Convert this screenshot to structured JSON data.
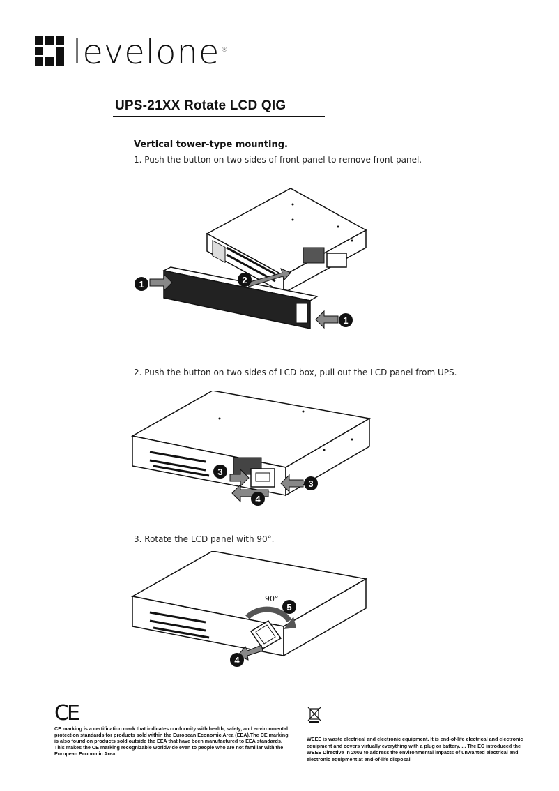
{
  "brand": {
    "name": "levelone",
    "registered": "®"
  },
  "title": "UPS-21XX Rotate LCD QIG",
  "section_heading": "Vertical tower-type mounting.",
  "steps": [
    {
      "text": "1.  Push the button on two sides of front panel to remove front panel.",
      "callouts": [
        "1",
        "2",
        "1"
      ]
    },
    {
      "text": "2.  Push the button on two sides of LCD box, pull out the LCD panel from UPS.",
      "callouts": [
        "3",
        "4",
        "3"
      ]
    },
    {
      "text": "3.  Rotate the LCD panel with 90°.",
      "callouts": [
        "5",
        "4"
      ],
      "angle_label": "90°"
    }
  ],
  "footer": {
    "ce_mark": "CE",
    "ce_text": "CE marking is a certification mark that indicates conformity with health, safety, and environmental protection standards for products sold within the European Economic Area (EEA).The CE marking is also found on products sold outside the EEA that have been manufactured to EEA standards. This makes the CE marking recognizable worldwide even to people who are not familiar with the European Economic Area.",
    "weee_icon": "crossed-out-wheelie-bin-icon",
    "weee_text": "WEEE is waste electrical and electronic equipment. It is end-of-life electrical and electronic equipment and covers virtually everything with a plug or battery. ... The EC introduced the WEEE Directive in 2002 to address the environmental impacts of unwanted electrical and electronic equipment at end-of-life disposal."
  }
}
